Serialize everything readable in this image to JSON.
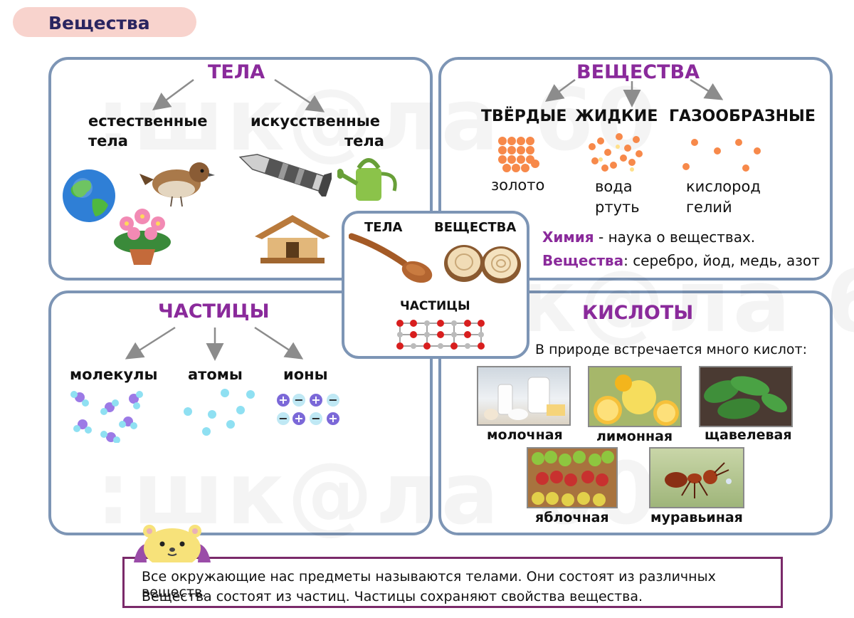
{
  "page_title": "Вещества",
  "panels": {
    "bodies": {
      "heading": "ТЕЛА",
      "natural": {
        "line1": "естественные",
        "line2": "тела"
      },
      "artificial": {
        "line1": "искусственные",
        "line2": "тела"
      },
      "icons": [
        "earth-icon",
        "sparrow-icon",
        "flower-pot-icon",
        "rocket-icon",
        "watering-can-icon",
        "birdhouse-icon"
      ]
    },
    "substances": {
      "heading": "ВЕЩЕСТВА",
      "states": [
        {
          "label": "ТВЁРДЫЕ",
          "examples": [
            "золото"
          ]
        },
        {
          "label": "ЖИДКИЕ",
          "examples": [
            "вода",
            "ртуть"
          ]
        },
        {
          "label": "ГАЗООБРАЗНЫЕ",
          "examples": [
            "кислород",
            "гелий"
          ]
        }
      ],
      "chemistry_term": "Химия",
      "chemistry_def": " - наука о веществах.",
      "examples_term": "Вещества",
      "examples_def": ": серебро, йод, медь, азот"
    },
    "center": {
      "bodies_label": "ТЕЛА",
      "substances_label": "ВЕЩЕСТВА",
      "particles_label": "ЧАСТИЦЫ"
    },
    "particles": {
      "heading": "ЧАСТИЦЫ",
      "kinds": [
        "молекулы",
        "атомы",
        "ионы"
      ]
    },
    "acids": {
      "heading": "КИСЛОТЫ",
      "intro": "В природе встречается много кислот:",
      "items": [
        "молочная",
        "лимонная",
        "щавелевая",
        "яблочная",
        "муравьиная"
      ]
    }
  },
  "watermark": ":шк@ла 60",
  "summary": {
    "line1": "Все окружающие нас предметы называются телами. Они состоят из различных веществ.",
    "line2": "Вещества состоят из частиц. Частицы сохраняют свойства вещества."
  },
  "colors": {
    "panel_border": "#7d95b5",
    "heading_purple": "#8a2a9b",
    "title_pill": "#f8d3cd",
    "arrow_gray": "#8c8c8c"
  }
}
